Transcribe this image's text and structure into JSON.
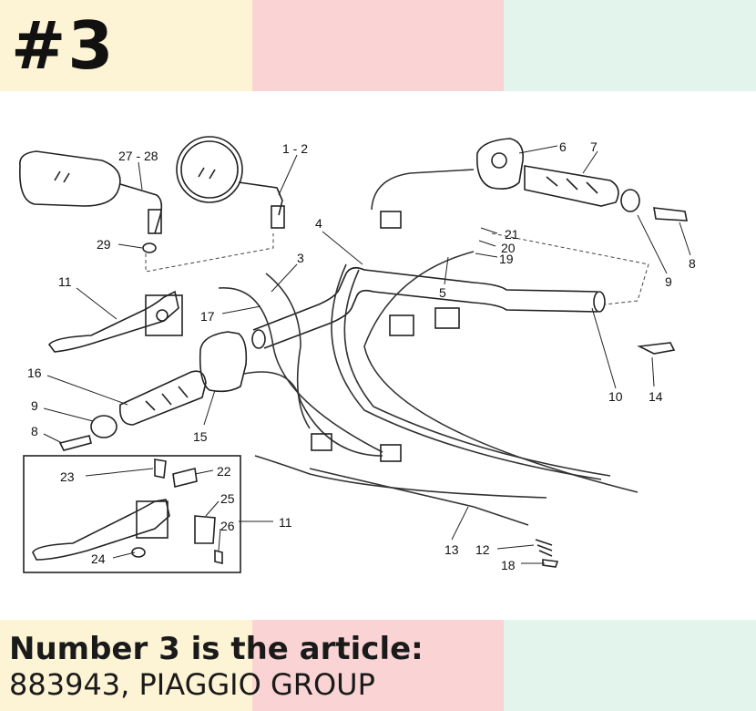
{
  "badge": "#3",
  "caption": {
    "line1": "Number 3 is the article:",
    "line2": "883943, PIAGGIO GROUP"
  },
  "colors": {
    "band_1": "#fdf4d5",
    "band_2": "#fad4d4",
    "band_3": "#e3f4ec"
  },
  "callouts": {
    "c27_28": "27 - 28",
    "c1_2": "1 - 2",
    "c6": "6",
    "c7": "7",
    "c4": "4",
    "c3": "3",
    "c29": "29",
    "c21": "21",
    "c20": "20",
    "c19": "19",
    "c8_right": "8",
    "c9_right": "9",
    "c11_top": "11",
    "c5": "5",
    "c17": "17",
    "c10": "10",
    "c14": "14",
    "c16": "16",
    "c9_left": "9",
    "c15": "15",
    "c8_left": "8",
    "c23": "23",
    "c22": "22",
    "c25": "25",
    "c11_box": "11",
    "c26": "26",
    "c24": "24",
    "c13": "13",
    "c12": "12",
    "c18": "18"
  }
}
